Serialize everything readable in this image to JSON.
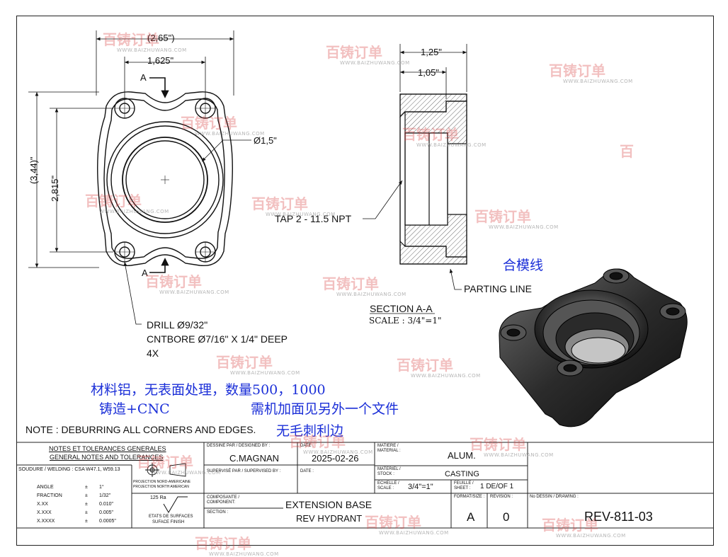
{
  "dimensions": {
    "width_ref": "(2,65\")",
    "width": "1,625\"",
    "height_ref": "(3,44)\"",
    "height": "2,815\"",
    "bore": "Ø1,5\"",
    "side_overall": "1,25\"",
    "side_body": "1,05\""
  },
  "section_marks": {
    "top": "A",
    "bottom": "A"
  },
  "callouts": {
    "tap": "TAP 2 - 11.5 NPT",
    "parting": "PARTING LINE",
    "drill_1": "DRILL Ø9/32\"",
    "drill_2": "CNTBORE Ø7/16\" X 1/4\" DEEP",
    "drill_3": "4X",
    "section_title": "SECTION A-A",
    "section_scale": "SCALE : 3/4\"=1\""
  },
  "annotations_cn": {
    "parting_cn": "合模线",
    "material_line": "材料铝，无表面处理，数量500，1000",
    "casting_line": "铸造+CNC",
    "machining_line": "需机加面见另外一个文件",
    "deburr_cn": "无毛刺利边"
  },
  "note": "NOTE : DEBURRING ALL CORNERS AND EDGES.",
  "title_block": {
    "notes_fr": "NOTES ET TOLERANCES GENERALES",
    "notes_en": "GENERAL NOTES AND TOLERANCES",
    "welding": "SOUDURE / WELDING : CSA W47.1, W59.13",
    "projection_1": "PROJECTION NORD-AMERICAINE",
    "projection_2": "PROJECTION NORTH AMERICAN",
    "tolerances": [
      {
        "name": "ANGLE",
        "pm": "±",
        "value": "1°"
      },
      {
        "name": "FRACTION",
        "pm": "±",
        "value": "1/32\""
      },
      {
        "name": "X.XX",
        "pm": "±",
        "value": "0.010\""
      },
      {
        "name": "X.XXX",
        "pm": "±",
        "value": "0.005\""
      },
      {
        "name": "X.XXXX",
        "pm": "±",
        "value": "0.0005\""
      }
    ],
    "finish_value": "125 Ra",
    "finish_label_1": "ETATS DE SURFACES",
    "finish_label_2": "SUFACE FINISH",
    "designed_by_label": "DESSINE PAR / DESIGNED BY :",
    "designed_by": "C.MAGNAN",
    "date_label": "DATE :",
    "date": "2025-02-26",
    "supervised_label": "SUPERVISÉ PAR / SUPERVISED BY :",
    "date_label2": "DATE :",
    "component_label": "COMPOSANTE / COMPONENT:",
    "section_label": "SECTION :",
    "title_1": "EXTENSION BASE",
    "title_2": "REV HYDRANT",
    "material_label": "MATIERE / MATERIAL :",
    "material": "ALUM.",
    "stock_label": "MATERIEL / STOCK :",
    "stock": "CASTING",
    "scale_label": "ECHELLE / SCALE :",
    "scale": "3/4\"=1\"",
    "sheet_label": "FEUILLE / SHEET :",
    "sheet": "1  DE/OF  1",
    "format_label": "FORMAT/SIZE :",
    "format": "A",
    "revision_label": "REVISION :",
    "revision": "0",
    "drawing_no_label": "No DESSIN / DRAWING :",
    "drawing_no": "REV-811-03"
  },
  "watermark": {
    "brand": "百铸订单",
    "url": "WWW.BAIZHUWANG.COM"
  }
}
